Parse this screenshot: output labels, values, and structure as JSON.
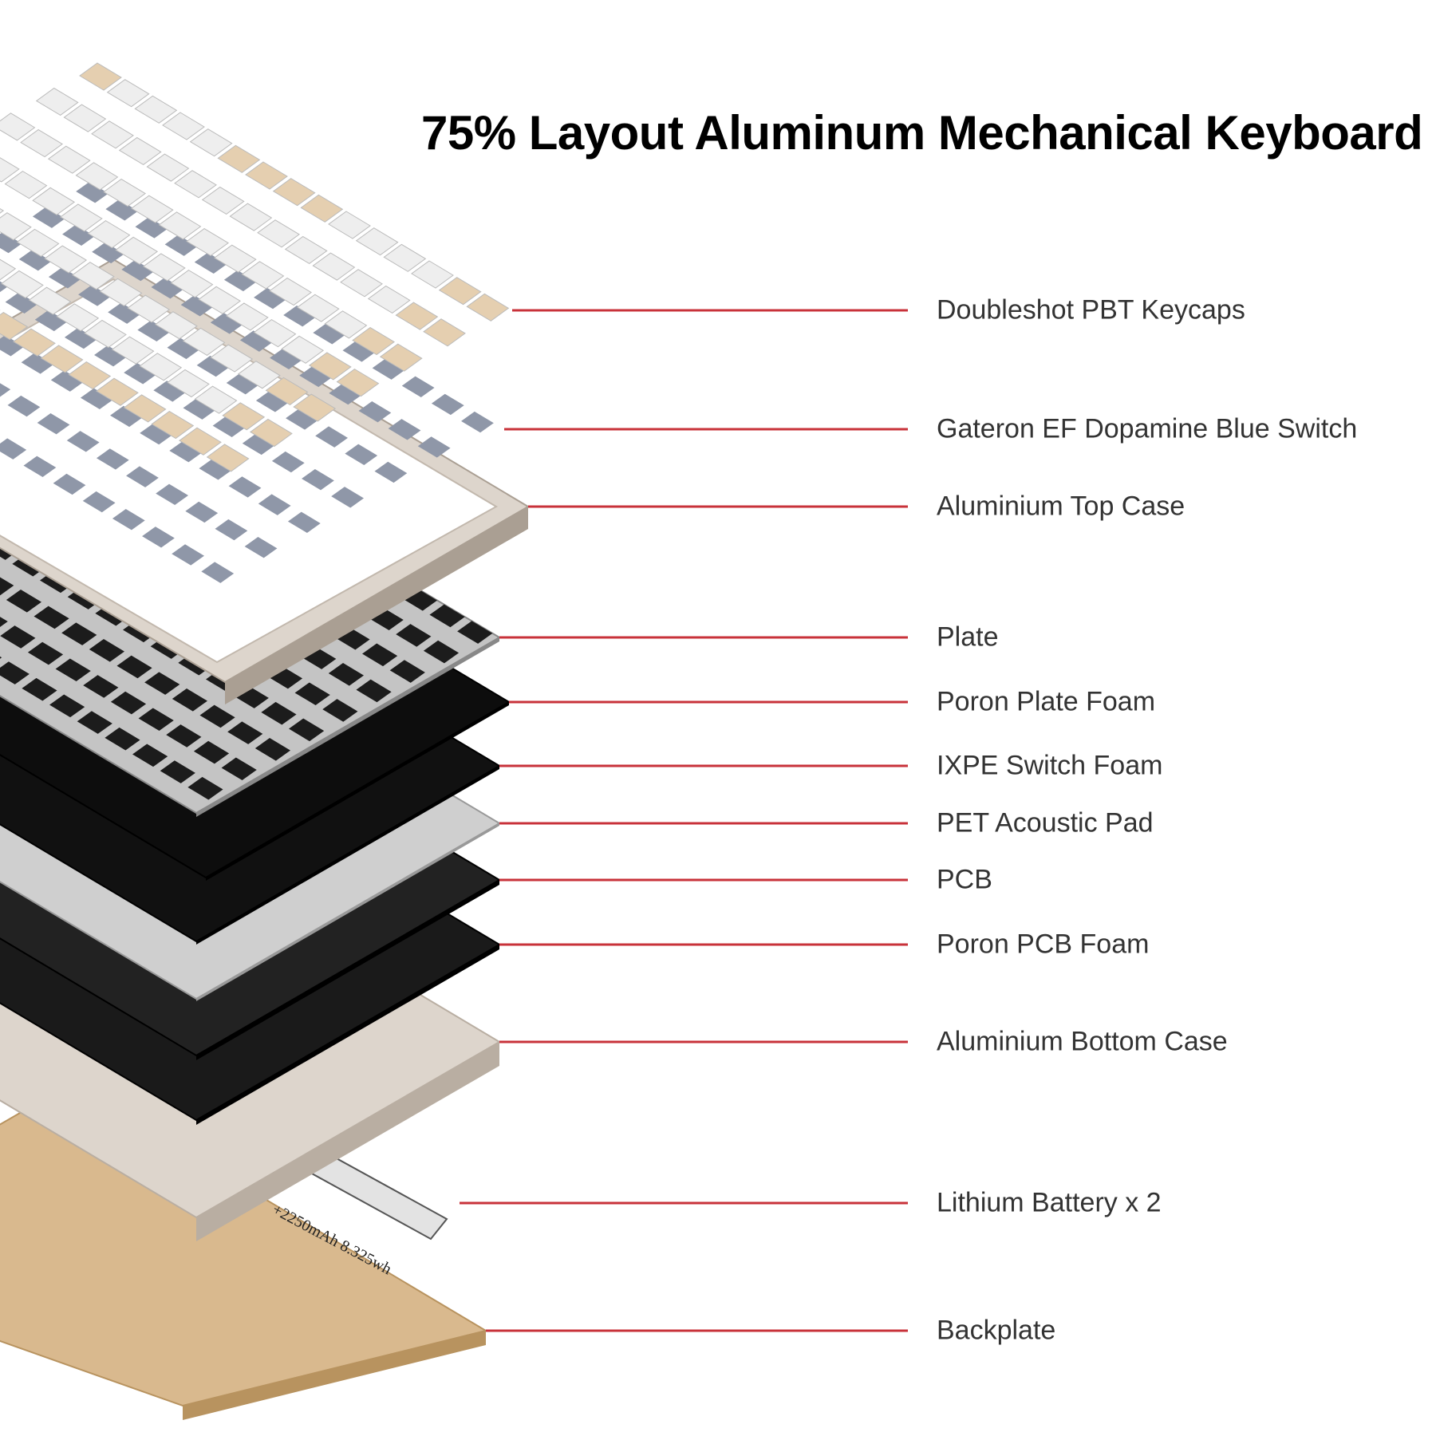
{
  "title": "75% Layout Aluminum Mechanical Keyboard",
  "colors": {
    "leader_line": "#c8323a",
    "keycap_white": "#eeeeee",
    "keycap_beige": "#e5cfb0",
    "case": "#ddd5cc",
    "foam": "#1a1a1a",
    "backplate": "#d9b98e"
  },
  "components": [
    {
      "label": "Doubleshot PBT Keycaps"
    },
    {
      "label": "Gateron EF Dopamine Blue Switch"
    },
    {
      "label": "Aluminium Top Case"
    },
    {
      "label": "Plate"
    },
    {
      "label": "Poron Plate Foam"
    },
    {
      "label": "IXPE Switch Foam"
    },
    {
      "label": "PET Acoustic Pad"
    },
    {
      "label": "PCB"
    },
    {
      "label": "Poron PCB Foam"
    },
    {
      "label": "Aluminium Bottom Case"
    },
    {
      "label": "Lithium Battery x 2"
    },
    {
      "label": "Backplate"
    }
  ],
  "battery_text": "+2250mAh 8.325wh"
}
